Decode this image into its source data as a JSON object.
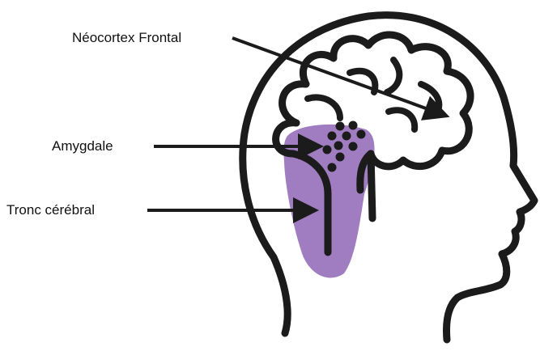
{
  "labels": {
    "neocortex": "Néocortex Frontal",
    "amygdala": "Amygdale",
    "brainstem": "Tronc cérébral"
  },
  "colors": {
    "outline": "#1b1b1b",
    "highlight": "#a07cc0",
    "background": "#ffffff"
  }
}
